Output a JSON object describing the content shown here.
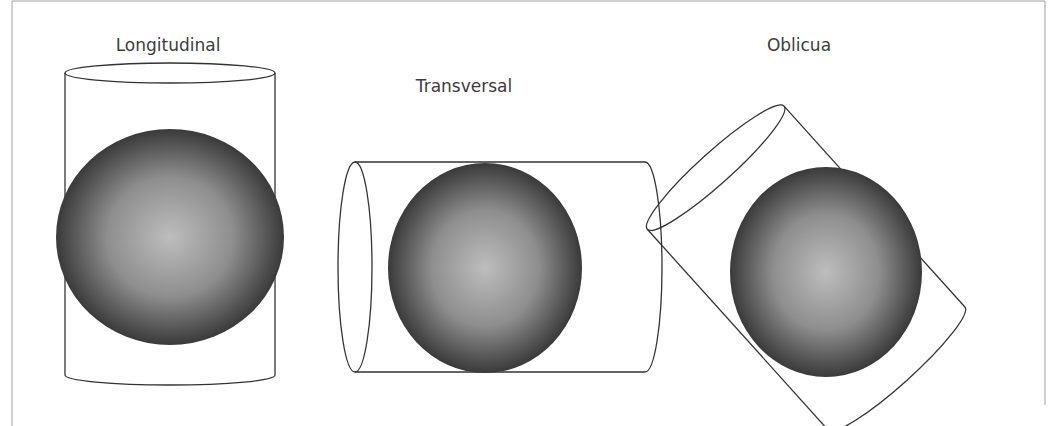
{
  "diagram": {
    "labels": [
      "Longitudinal",
      "Transversal",
      "Oblicua"
    ]
  }
}
